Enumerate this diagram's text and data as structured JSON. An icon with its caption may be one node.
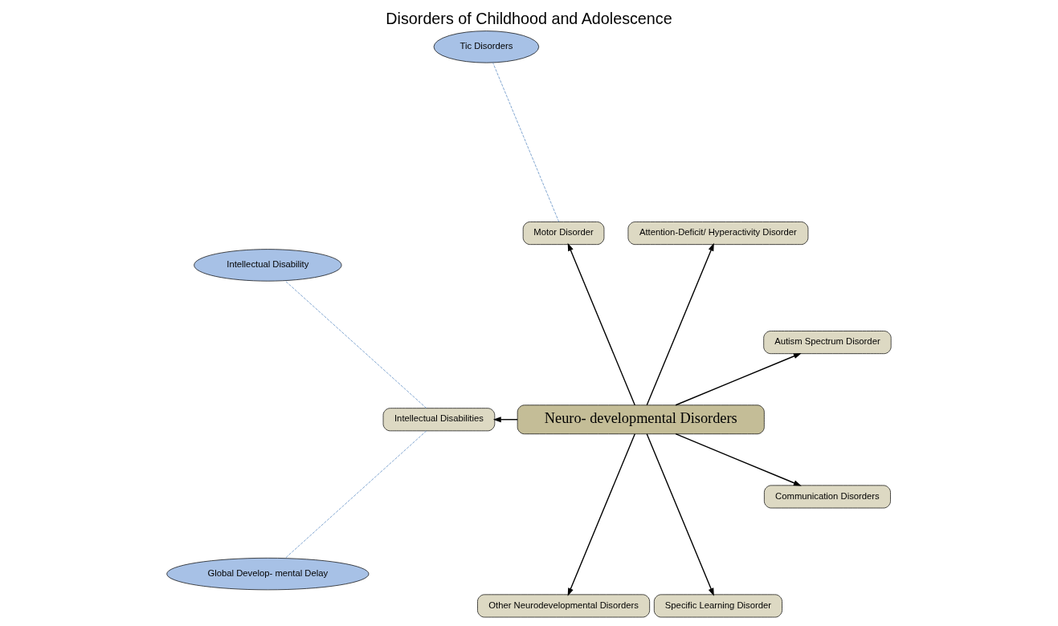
{
  "diagram": {
    "title": "Disorders of Childhood and Adolescence",
    "nodes": [
      {
        "text": [
          "Neuro- developmental Disorders"
        ]
      },
      {
        "text": [
          "Autism Spectrum Disorder"
        ]
      },
      {
        "text": [
          "Attention-Deficit/ Hyperactivity Disorder"
        ]
      },
      {
        "text": [
          "Motor Disorder"
        ]
      },
      {
        "text": [
          "Tic Disorders"
        ]
      },
      {
        "text": [
          "Intellectual Disabilities"
        ]
      },
      {
        "text": [
          "Other Neurodevelopmental Disorders"
        ]
      },
      {
        "text": [
          "Intellectual Disability"
        ]
      },
      {
        "text": [
          "Global Develop- mental Delay"
        ]
      },
      {
        "text": [
          "Specific Learning Disorder"
        ]
      },
      {
        "text": [
          "Communication Disorders"
        ]
      }
    ],
    "edges": [
      {
        "from": 0,
        "to": 1,
        "arrow": "to"
      },
      {
        "from": 0,
        "to": 2,
        "arrow": "to"
      },
      {
        "from": 0,
        "to": 3,
        "arrow": "to"
      },
      {
        "from": 3,
        "to": 4,
        "arrow": "none",
        "style": "dashed",
        "color": "#4f81bd"
      },
      {
        "from": 0,
        "to": 5,
        "arrow": "to"
      },
      {
        "from": 0,
        "to": 6,
        "arrow": "to"
      },
      {
        "from": 5,
        "to": 7,
        "arrow": "none",
        "style": "dashed",
        "color": "#4f81bd"
      },
      {
        "from": 5,
        "to": 8,
        "arrow": "none",
        "style": "dashed",
        "color": "#4f81bd"
      },
      {
        "from": 0,
        "to": 10,
        "arrow": "to"
      },
      {
        "from": 0,
        "to": 9,
        "arrow": "to"
      }
    ]
  }
}
